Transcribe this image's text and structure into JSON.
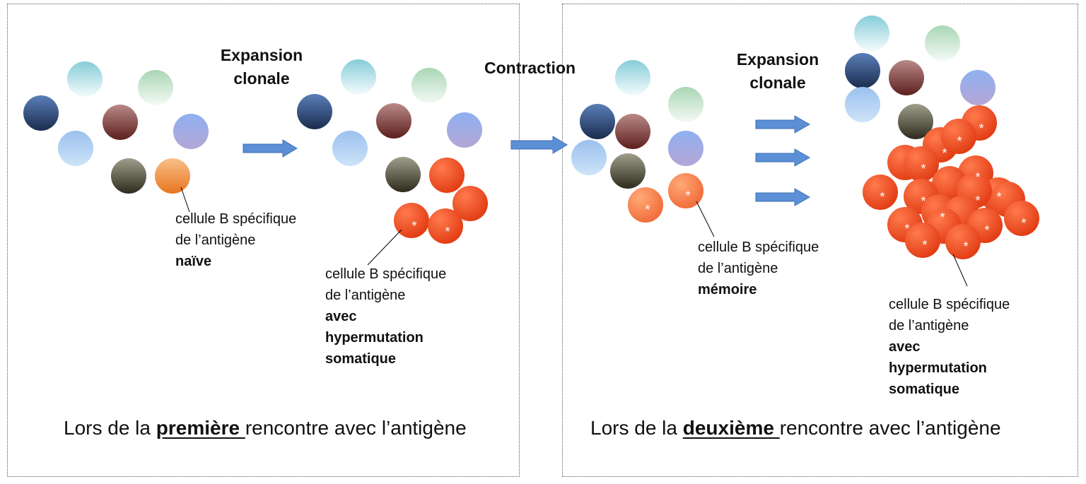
{
  "left_panel": {
    "title_line1": "Expansion",
    "title_line2": "clonale",
    "naive_label": {
      "line1": "cellule B spécifique",
      "line2": "de l’antigène",
      "line3": "naïve"
    },
    "mutated_label": {
      "line1": "cellule B spécifique",
      "line2": "de l’antigène",
      "line3": "avec",
      "line4": "hypermutation",
      "line5": "somatique"
    },
    "caption_pre": "Lors de la ",
    "caption_emph": "première ",
    "caption_post": "rencontre avec l’antigène"
  },
  "contraction_label": "Contraction",
  "right_panel": {
    "title_line1": "Expansion",
    "title_line2": "clonale",
    "memory_label": {
      "line1": "cellule B spécifique",
      "line2": "de l’antigène",
      "line3": "mémoire"
    },
    "mutated_label": {
      "line1": "cellule B spécifique",
      "line2": "de l’antigène",
      "line3": "avec",
      "line4": "hypermutation",
      "line5": "somatique"
    },
    "caption_pre": "Lors de la ",
    "caption_emph": "deuxième ",
    "caption_post": "rencontre avec l’antigène"
  },
  "cell_marker": "*",
  "colors": {
    "arrow": "#5b8fd6",
    "mutated_cell": "#e8401a",
    "naive_cell": "#f08a3a",
    "memory_cell": "#f5844e"
  }
}
